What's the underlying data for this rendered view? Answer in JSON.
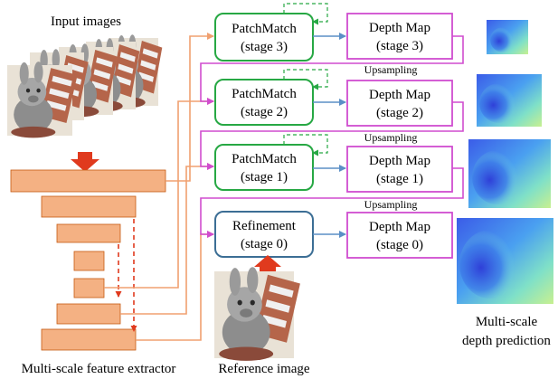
{
  "captions": {
    "input_images": "Input images",
    "feature_extractor": "Multi-scale feature extractor",
    "reference_image": "Reference image",
    "depth_prediction_line1": "Multi-scale",
    "depth_prediction_line2": "depth prediction"
  },
  "stages": [
    {
      "module_title": "PatchMatch",
      "module_stage": "(stage 3)",
      "depth_title": "Depth Map",
      "depth_stage": "(stage 3)"
    },
    {
      "module_title": "PatchMatch",
      "module_stage": "(stage 2)",
      "depth_title": "Depth Map",
      "depth_stage": "(stage 2)"
    },
    {
      "module_title": "PatchMatch",
      "module_stage": "(stage 1)",
      "depth_title": "Depth Map",
      "depth_stage": "(stage 1)"
    },
    {
      "module_title": "Refinement",
      "module_stage": "(stage 0)",
      "depth_title": "Depth Map",
      "depth_stage": "(stage 0)"
    }
  ],
  "upsampling_labels": [
    "Upsampling",
    "Upsampling",
    "Upsampling"
  ],
  "colors": {
    "patchmatch_border": "#27a844",
    "refinement_border": "#3c6e95",
    "depth_border": "#d04ccf",
    "feature_fill": "#f4b183",
    "feature_border": "#c55a11",
    "extractor_arrow": "#e03a1e",
    "orange_connector": "#f0a070",
    "blue_arrow": "#5b8fc6",
    "green_dashed": "#27a844"
  }
}
